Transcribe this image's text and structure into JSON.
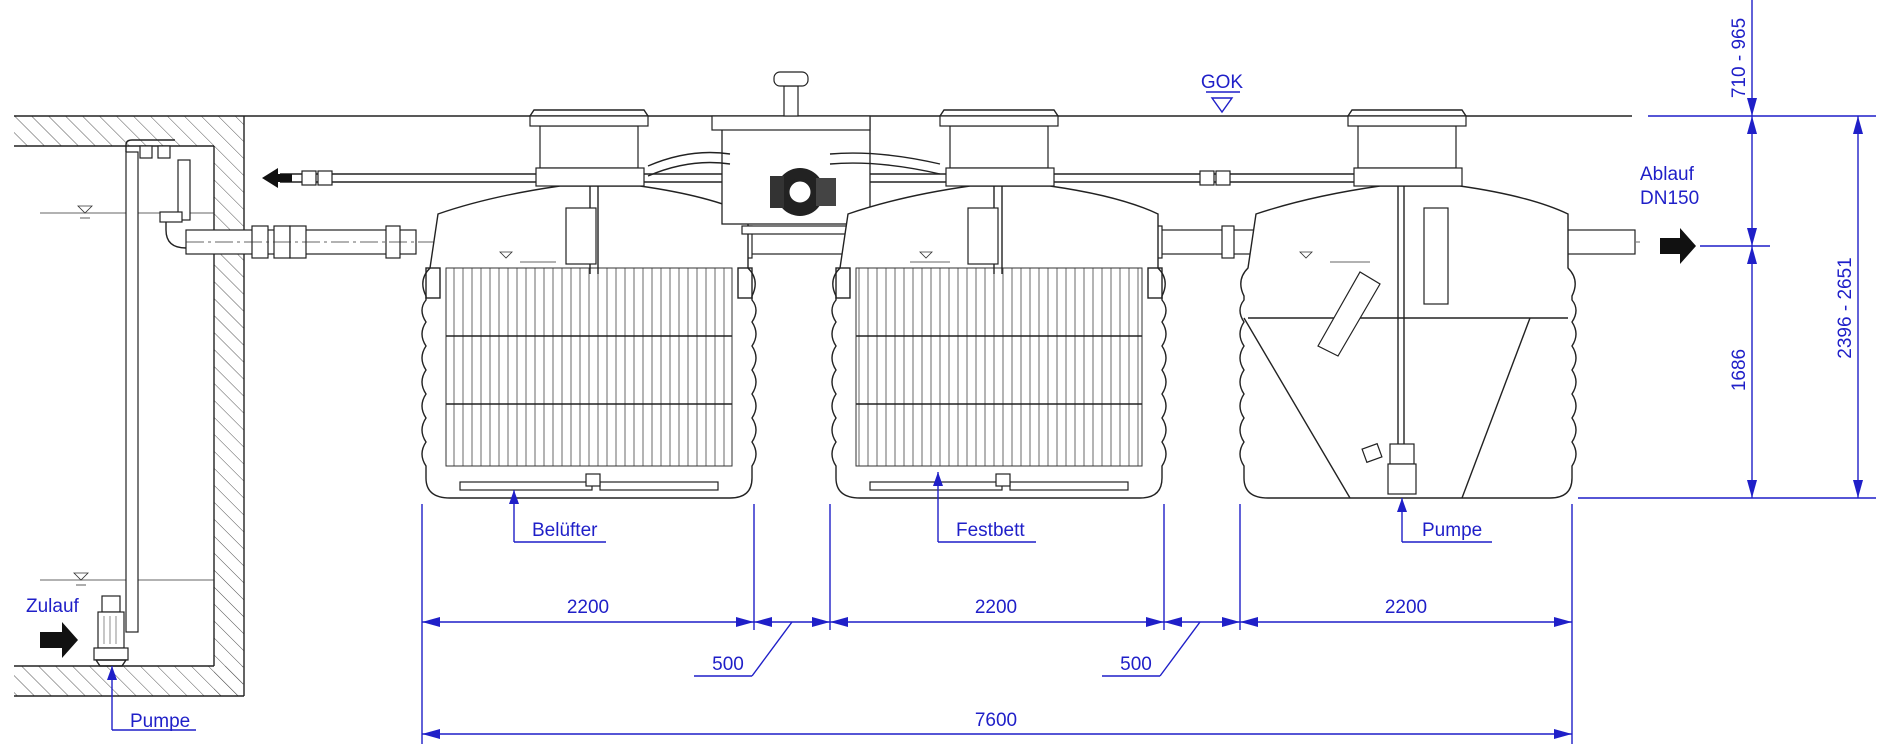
{
  "labels": {
    "gok": "GOK",
    "ablauf_line1": "Ablauf",
    "ablauf_line2": "DN150",
    "zulauf": "Zulauf",
    "pumpe_left": "Pumpe",
    "pumpe_right": "Pumpe",
    "beluefter": "Belüfter",
    "festbett": "Festbett"
  },
  "dimensions": {
    "tank1_width": "2200",
    "tank2_width": "2200",
    "tank3_width": "2200",
    "gap1": "500",
    "gap2": "500",
    "total_width": "7600",
    "cover_height": "710 - 965",
    "water_depth": "1686",
    "total_depth": "2396 - 2651"
  },
  "colors": {
    "dimension_blue": "#1f1fc8",
    "drawing_black": "#222222"
  }
}
